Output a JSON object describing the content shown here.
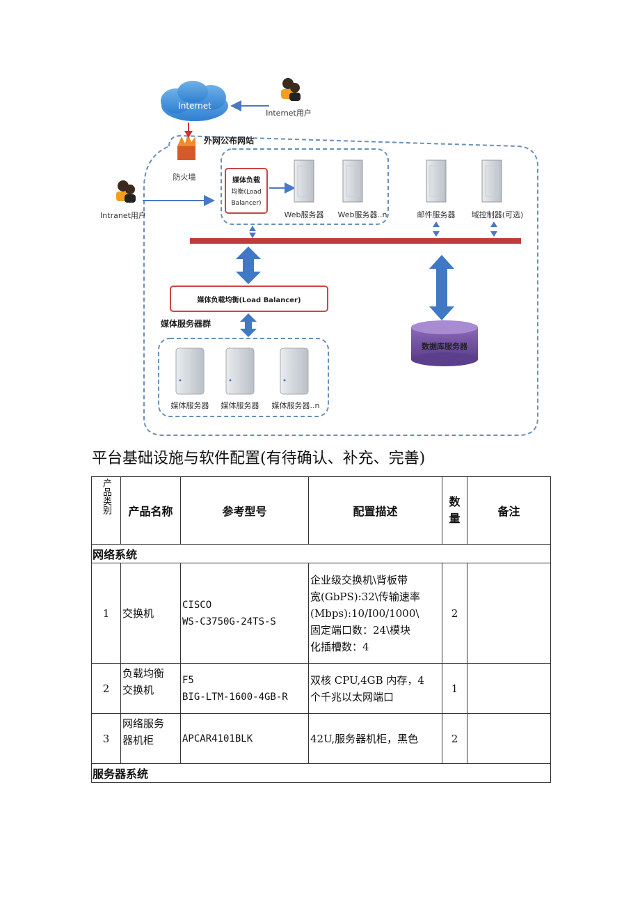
{
  "diagram": {
    "internet_cloud": "Internet",
    "internet_user": "Internet用户",
    "external_site": "外网公布网站",
    "firewall": "防火墙",
    "intranet_user": "Intranet用户",
    "lb_top_line1": "媒体负载",
    "lb_top_line2": "均衡(Load",
    "lb_top_line3": "Balancer)",
    "web_server_1": "Web服务器",
    "web_server_n": "Web服务器..n",
    "mail_server": "邮件服务器",
    "domain_controller": "域控制器(可选)",
    "lb_media": "媒体负载均衡(Load Balancer)",
    "media_cluster": "媒体服务器群",
    "media_server_1": "媒体服务器",
    "media_server_2": "媒体服务器",
    "media_server_n": "媒体服务器..n",
    "db_server": "数据库服务器"
  },
  "section_title": "平台基础设施与软件配置(有待确认、补充、完善)",
  "table": {
    "headers": {
      "category": "产品类别",
      "name": "产品名称",
      "model": "参考型号",
      "config": "配置描述",
      "qty": "数量",
      "note": "备注"
    },
    "sections": [
      {
        "title": "网络系统"
      },
      {
        "title": "服务器系统"
      }
    ],
    "rows": [
      {
        "no": "1",
        "name": "交换机",
        "model_l1": "CISCO",
        "model_l2": "WS-C3750G-24TS-S",
        "config_l1": "企业级交换机\\背板带",
        "config_l2": "宽(GbPS):32\\传输速率",
        "config_l3": "(Mbps):10/I00/1000\\",
        "config_l4": "固定端口数：24\\模块",
        "config_l5": "化插槽数：4",
        "qty": "2",
        "note": ""
      },
      {
        "no": "2",
        "name_l1": "负载均衡",
        "name_l2": "交换机",
        "model_l1": "F5",
        "model_l2": "BIG-LTM-1600-4GB-R",
        "config_l1": "双核 CPU,4GB 内存，4",
        "config_l2": "个千兆以太网端口",
        "qty": "1",
        "note": ""
      },
      {
        "no": "3",
        "name_l1": "网络服务",
        "name_l2": "器机柜",
        "model": "APCAR4101BLK",
        "config": "42U,服务器机柜，黑色",
        "qty": "2",
        "note": ""
      }
    ]
  }
}
